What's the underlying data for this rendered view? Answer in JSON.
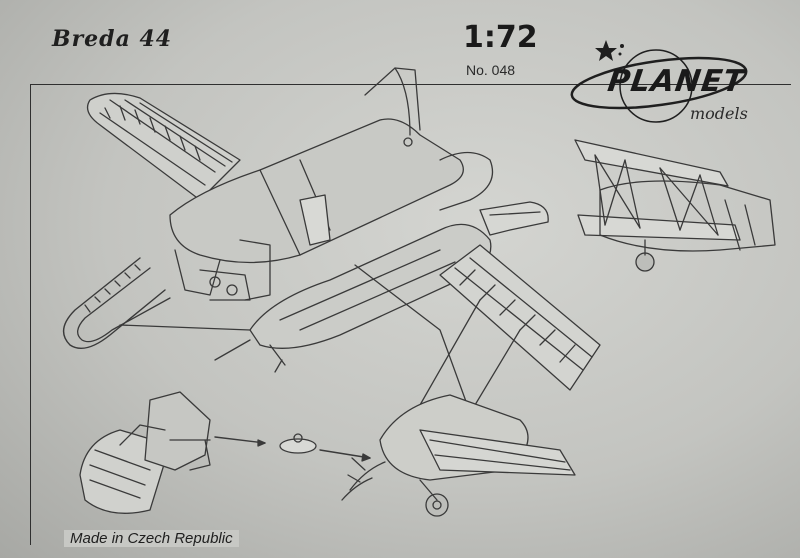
{
  "sheet": {
    "title": "Breda 44",
    "scale": "1:72",
    "catalog_number": "No. 048",
    "brand": "PLANET",
    "brand_sub": "models",
    "footer": "Made in Czech Republic"
  }
}
